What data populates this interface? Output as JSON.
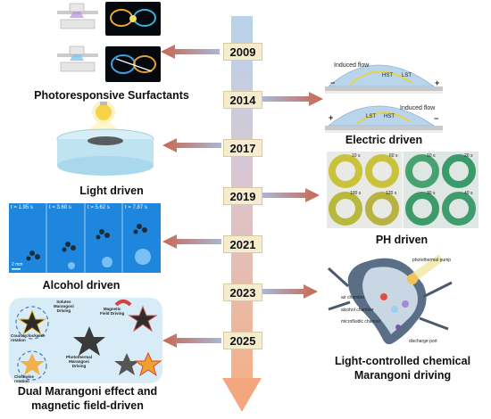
{
  "timeline": {
    "years": [
      "2009",
      "2014",
      "2017",
      "2019",
      "2021",
      "2023",
      "2025"
    ]
  },
  "captions": {
    "photoresponsive": "Photoresponsive Surfactants",
    "electric": "Electric driven",
    "light": "Light driven",
    "ph": "PH driven",
    "alcohol": "Alcohol driven",
    "light_chem_line1": "Light-controlled chemical",
    "light_chem_line2": "Marangoni driving",
    "dual_line1": "Dual Marangoni effect and",
    "dual_line2": "magnetic field-driven"
  },
  "electric_panel": {
    "induced_flow": "Induced flow",
    "hst": "HST",
    "lst": "LST",
    "minus": "−",
    "plus": "+"
  },
  "ph_panel": {
    "times": [
      "10 s",
      "60 s",
      "10 s",
      "20 s",
      "100 s",
      "120 s",
      "30 s",
      "40 s"
    ]
  },
  "alcohol_panel": {
    "times": [
      "t = 1.95 s",
      "t = 3.60 s",
      "t = 5.62 s",
      "t = 7.87 s"
    ],
    "scale": "2 mm"
  },
  "chem_panel": {
    "photothermal_pump": "photothermal pump",
    "air_chamber": "air chamber",
    "alcohol_chamber": "alcohol chamber",
    "microfluidic_channel": "microfluidic channel",
    "discharge_port": "discharge port"
  },
  "dual_panel": {
    "solutes": "Solutes\nMarangoni\nDriving",
    "magnetic": "Magnetic\nField Driving",
    "counterclockwise": "Counterclockwise\nrotation",
    "photothermal": "Photothermal\nMarangoni\nDriving",
    "clockwise": "Clockwise\nrotation"
  }
}
